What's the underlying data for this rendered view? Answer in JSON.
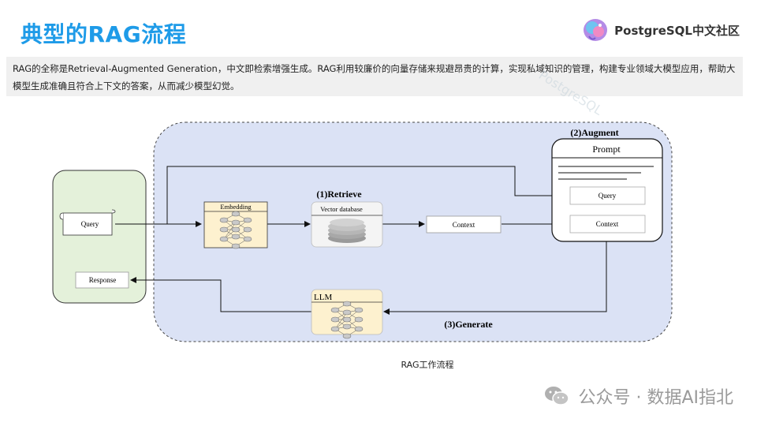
{
  "header": {
    "title": "典型的RAG流程",
    "brand_name": "PostgreSQL中文社区"
  },
  "intro": {
    "text": "RAG的全称是Retrieval-Augmented Generation，中文即检索增强生成。RAG利用较廉价的向量存储来规避昂贵的计算，实现私域知识的管理，构建专业领域大模型应用，帮助大模型生成准确且符合上下文的答案，从而减少模型幻觉。"
  },
  "diagram": {
    "client": {
      "query_label": "Query",
      "response_label": "Response"
    },
    "embedding": {
      "label": "Embedding"
    },
    "retrieve": {
      "step_label": "(1)Retrieve",
      "db_label": "Vector database"
    },
    "context_label": "Context",
    "augment": {
      "step_label": "(2)Augment",
      "prompt_title": "Prompt",
      "query_label": "Query",
      "context_label": "Context"
    },
    "llm": {
      "label": "LLM"
    },
    "generate": {
      "step_label": "(3)Generate"
    },
    "caption": "RAG工作流程",
    "colors": {
      "outer_region": "#dbe2f5",
      "client_region": "#e4f1da",
      "network_box": "#fdf1cf",
      "node_fill": "#c9c9c9"
    }
  },
  "watermark": "PostgreSQL",
  "footer": {
    "text": "公众号 · 数据AI指北"
  }
}
